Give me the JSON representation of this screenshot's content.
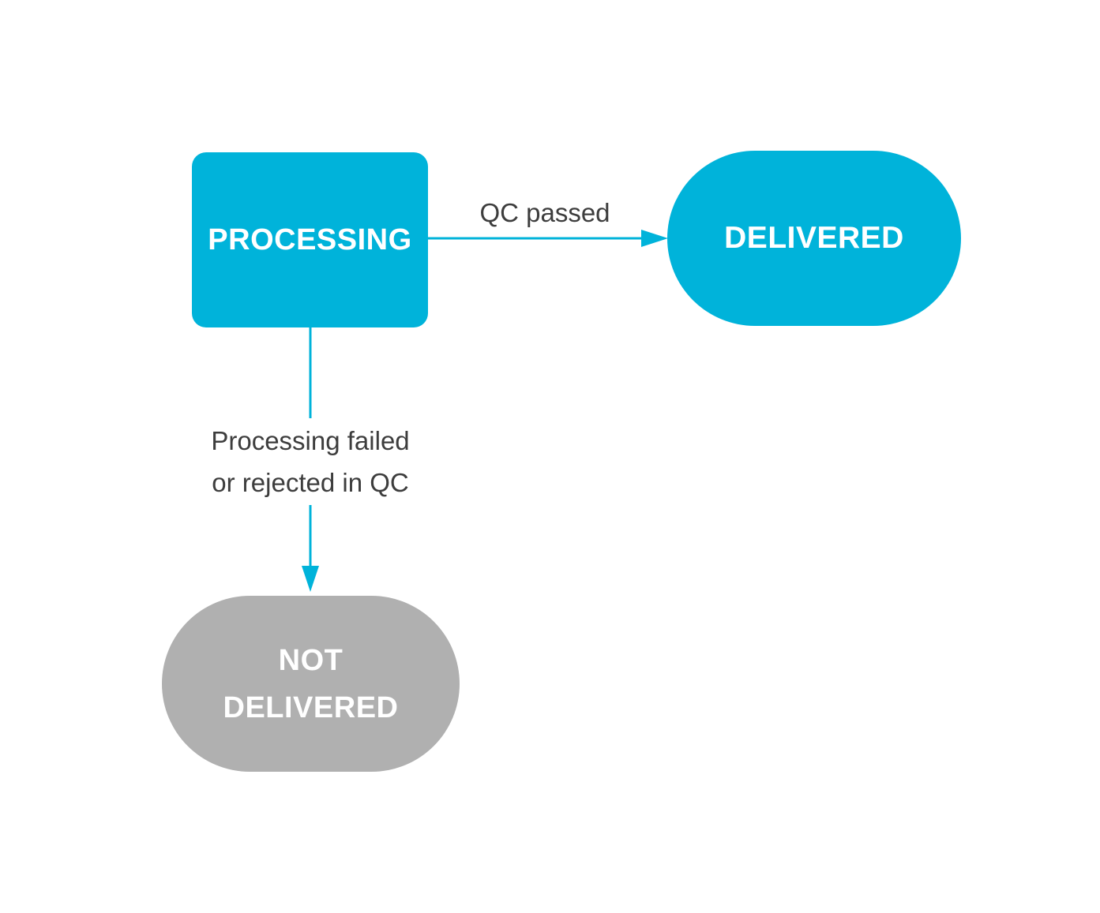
{
  "colors": {
    "accent": "#00B3DA",
    "inactive": "#B0B0B0",
    "node_text": "#FFFFFF",
    "label_text": "#3D3D3D",
    "background": "#FFFFFF"
  },
  "diagram": {
    "nodes": [
      {
        "id": "processing",
        "label": "PROCESSING",
        "shape": "rounded-rectangle",
        "color": "#00B3DA"
      },
      {
        "id": "delivered",
        "label": "DELIVERED",
        "shape": "stadium",
        "color": "#00B3DA"
      },
      {
        "id": "not-delivered",
        "label": "NOT DELIVERED",
        "shape": "stadium",
        "color": "#B0B0B0"
      }
    ],
    "edges": [
      {
        "from": "processing",
        "to": "delivered",
        "direction": "right",
        "label": "QC passed"
      },
      {
        "from": "processing",
        "to": "not-delivered",
        "direction": "down",
        "label_lines": [
          "Processing failed",
          "or rejected in QC"
        ]
      }
    ]
  }
}
